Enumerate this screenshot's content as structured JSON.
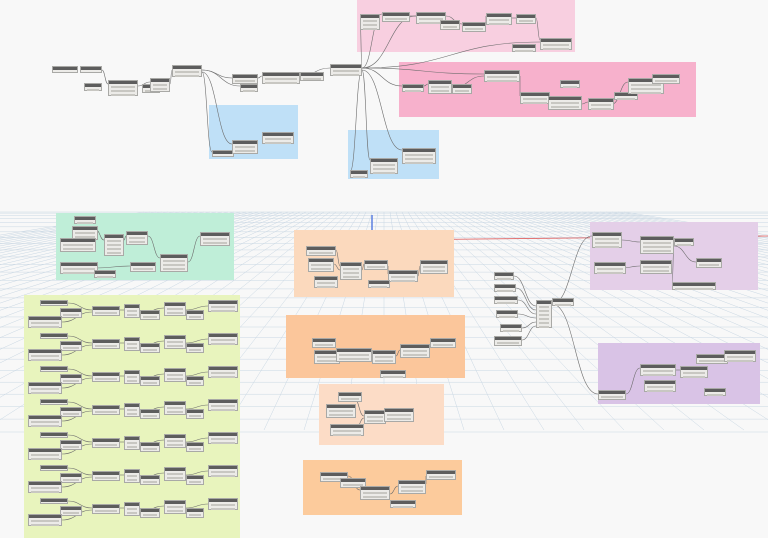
{
  "workspace": {
    "background": "#f8f8f8",
    "grid_color": "#c9d7e3",
    "axis_x_color": "#e06060",
    "axis_z_color": "#5a7fe0"
  },
  "groups": [
    {
      "name": "group-pink-top",
      "color": "#f8cfe0"
    },
    {
      "name": "group-pink-right",
      "color": "#f7b1cc"
    },
    {
      "name": "group-blue-left",
      "color": "#bfe0f7"
    },
    {
      "name": "group-blue-right",
      "color": "#bfe0f7"
    },
    {
      "name": "group-green",
      "color": "#bfeed8"
    },
    {
      "name": "group-lime",
      "color": "#e8f4bd"
    },
    {
      "name": "group-orange-1",
      "color": "#fbd9bd"
    },
    {
      "name": "group-orange-2",
      "color": "#fbc69b"
    },
    {
      "name": "group-orange-3",
      "color": "#fcdcc6"
    },
    {
      "name": "group-orange-4",
      "color": "#fccb9c"
    },
    {
      "name": "group-purple-1",
      "color": "#e4cfe8"
    },
    {
      "name": "group-purple-2",
      "color": "#d9c3e6"
    }
  ]
}
